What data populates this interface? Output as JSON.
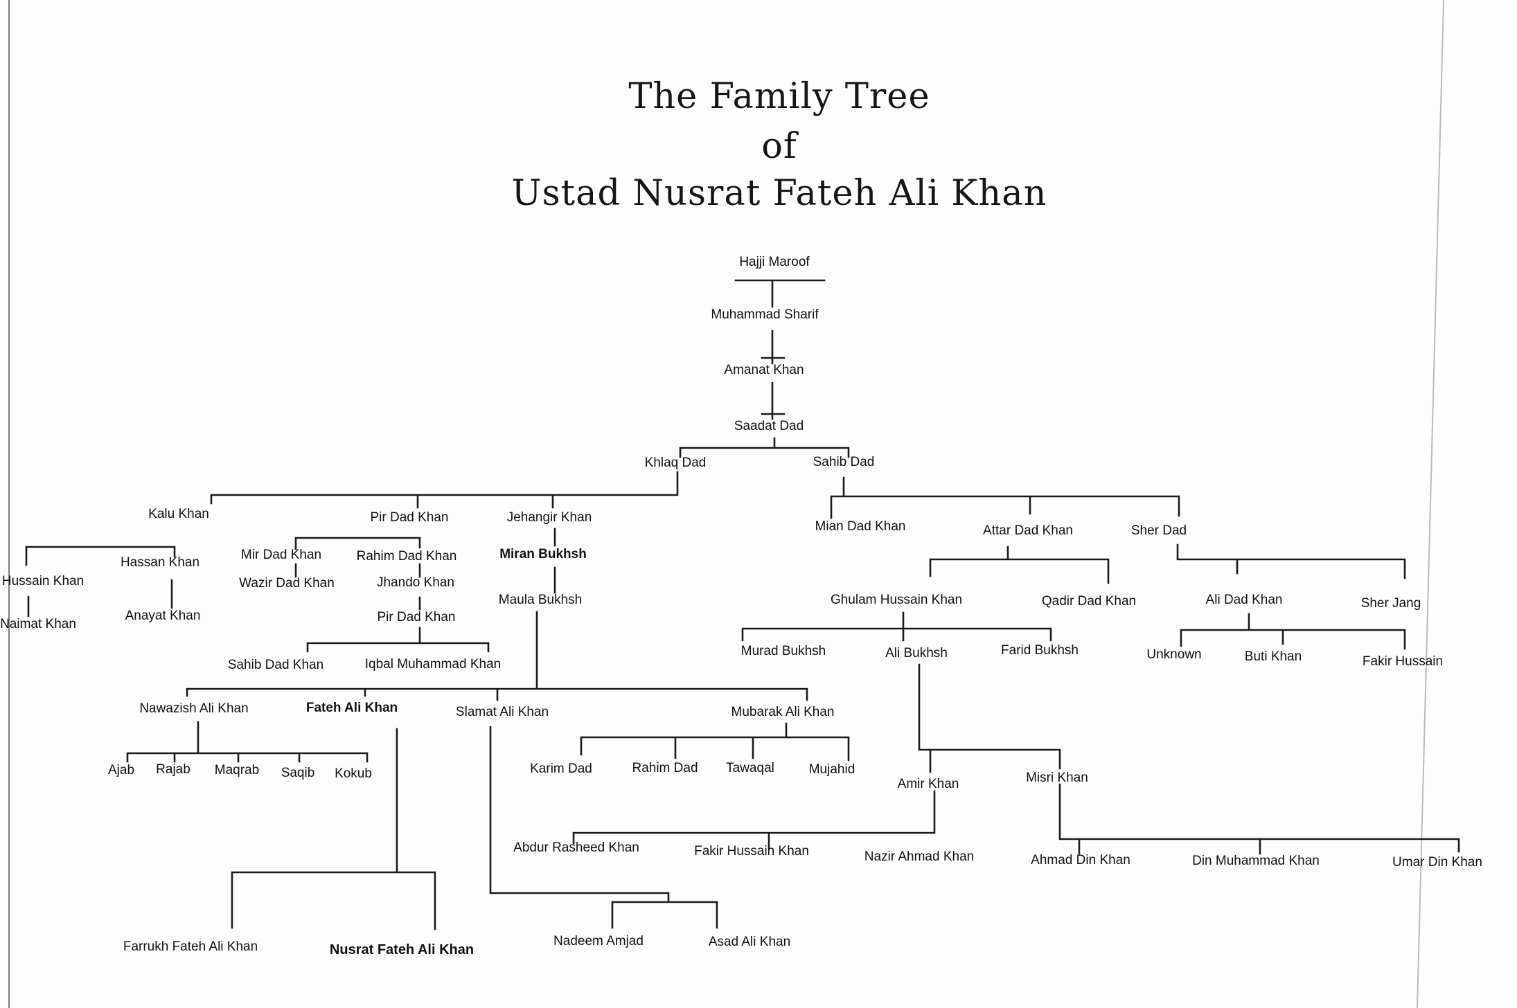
{
  "title": {
    "line1": "The Family Tree",
    "line2": "of",
    "line3": "Ustad Nusrat Fateh Ali Khan"
  },
  "people": {
    "hajji_maroof": "Hajji Maroof",
    "muhammad_sharif": "Muhammad Sharif",
    "amanat_khan": "Amanat Khan",
    "saadat_dad": "Saadat Dad",
    "khlaq_dad": "Khlaq Dad",
    "sahib_dad": "Sahib Dad",
    "kalu_khan": "Kalu Khan",
    "pir_dad_khan": "Pir Dad Khan",
    "jehangir_khan": "Jehangir Khan",
    "mian_dad_khan": "Mian Dad Khan",
    "attar_dad_khan": "Attar Dad Khan",
    "sher_dad": "Sher Dad",
    "hussain_khan": "Hussain Khan",
    "hassan_khan": "Hassan Khan",
    "naimat_khan": "Naimat Khan",
    "anayat_khan": "Anayat Khan",
    "mir_dad_khan": "Mir Dad Khan",
    "rahim_dad_khan": "Rahim Dad Khan",
    "wazir_dad_khan": "Wazir Dad Khan",
    "jhando_khan": "Jhando Khan",
    "pir_dad_khan_2": "Pir Dad Khan",
    "sahib_dad_khan": "Sahib Dad Khan",
    "iqbal_muhammad_khan": "Iqbal Muhammad Khan",
    "miran_bukhsh": "Miran Bukhsh",
    "maula_bukhsh": "Maula Bukhsh",
    "nawazish_ali_khan": "Nawazish Ali Khan",
    "fateh_ali_khan": "Fateh Ali Khan",
    "slamat_ali_khan": "Slamat Ali Khan",
    "mubarak_ali_khan": "Mubarak  Ali Khan",
    "ajab": "Ajab",
    "rajab": "Rajab",
    "maqrab": "Maqrab",
    "saqib": "Saqib",
    "kokub": "Kokub",
    "karim_dad": "Karim Dad",
    "rahim_dad": "Rahim Dad",
    "tawaqal": "Tawaqal",
    "mujahid": "Mujahid",
    "farrukh_fateh_ali_khan": "Farrukh Fateh Ali Khan",
    "nusrat_fateh_ali_khan": "Nusrat Fateh Ali Khan",
    "nadeem_amjad": "Nadeem Amjad",
    "asad_ali_khan": "Asad Ali Khan",
    "ghulam_hussain_khan": "Ghulam Hussain Khan",
    "qadir_dad_khan": "Qadir Dad Khan",
    "ali_dad_khan": "Ali Dad  Khan",
    "sher_jang": "Sher Jang",
    "murad_bukhsh": "Murad Bukhsh",
    "ali_bukhsh": "Ali Bukhsh",
    "farid_bukhsh": "Farid Bukhsh",
    "unknown": "Unknown",
    "buti_khan": "Buti Khan",
    "fakir_hussain": "Fakir Hussain",
    "amir_khan": "Amir Khan",
    "misri_khan": "Misri Khan",
    "abdur_rasheed_khan": "Abdur Rasheed Khan",
    "fakir_hussain_khan": "Fakir Hussain Khan",
    "nazir_ahmad_khan": "Nazir Ahmad Khan",
    "ahmad_din_khan": "Ahmad Din Khan",
    "din_muhammad_khan": "Din Muhammad Khan",
    "umar_din_khan": "Umar Din Khan"
  }
}
